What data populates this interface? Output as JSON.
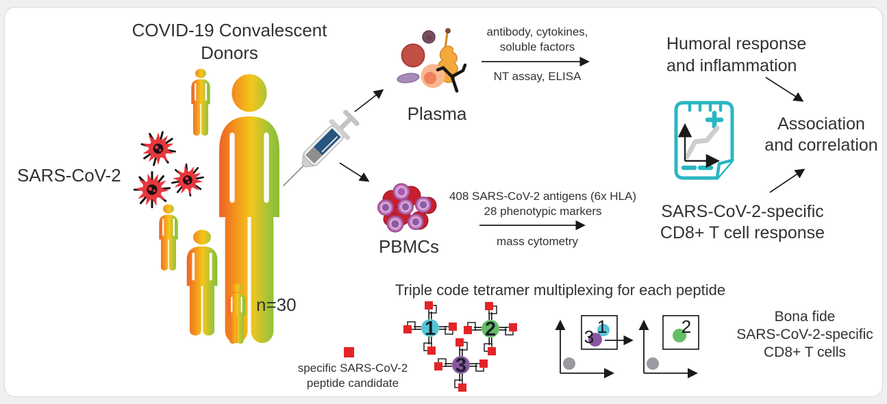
{
  "card": {
    "title_line1": "COVID-19 Convalescent",
    "title_line2": "Donors",
    "virus_label": "SARS-CoV-2",
    "cohort_size": "n=30"
  },
  "plasma_branch": {
    "sample_label": "Plasma",
    "analytes_line1": "antibody, cytokines,",
    "analytes_line2": "soluble factors",
    "assays": "NT assay, ELISA",
    "outcome_line1": "Humoral response",
    "outcome_line2": "and inflammation"
  },
  "pbmc_branch": {
    "sample_label": "PBMCs",
    "panel_line1": "408 SARS-CoV-2 antigens (6x HLA)",
    "panel_line2": "28 phenotypic markers",
    "assay": "mass cytometry",
    "outcome_line1": "SARS-CoV-2-specific",
    "outcome_line2": "CD8+ T cell response"
  },
  "association": {
    "line1": "Association",
    "line2": "and correlation"
  },
  "tetramer_section": {
    "title": "Triple code tetramer multiplexing for each peptide",
    "legend_line1": "specific SARS-CoV-2",
    "legend_line2": "peptide candidate",
    "tetramers": [
      {
        "number": "1",
        "color": "#56c4d6"
      },
      {
        "number": "2",
        "color": "#67bd68"
      },
      {
        "number": "3",
        "color": "#8a56a0"
      }
    ],
    "plot1_label_a": "3",
    "plot1_label_b": "1",
    "plot2_label": "2",
    "result_line1": "Bona fide",
    "result_line2": "SARS-CoV-2-specific",
    "result_line3": "CD8+ T cells"
  },
  "colors": {
    "peptide_square": "#e32528",
    "document_icon_teal": "#29b6c1",
    "virus_red": "#e8373d",
    "donor_gradient": [
      "#e8402c",
      "#f28a1e",
      "#f5c51b",
      "#6fb52c"
    ]
  }
}
